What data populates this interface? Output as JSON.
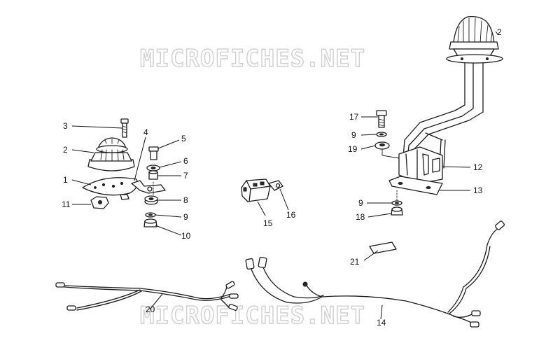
{
  "watermark": "MICROFICHES.NET",
  "labels": {
    "l1": "1",
    "l2a": "2",
    "l2b": "2",
    "l3": "3",
    "l4": "4",
    "l5": "5",
    "l6": "6",
    "l7": "7",
    "l8": "8",
    "l9a": "9",
    "l9b": "9",
    "l9c": "9",
    "l10": "10",
    "l11": "11",
    "l12": "12",
    "l13": "13",
    "l14": "14",
    "l15": "15",
    "l16": "16",
    "l17": "17",
    "l18": "18",
    "l19": "19",
    "l20": "20",
    "l21": "21"
  }
}
